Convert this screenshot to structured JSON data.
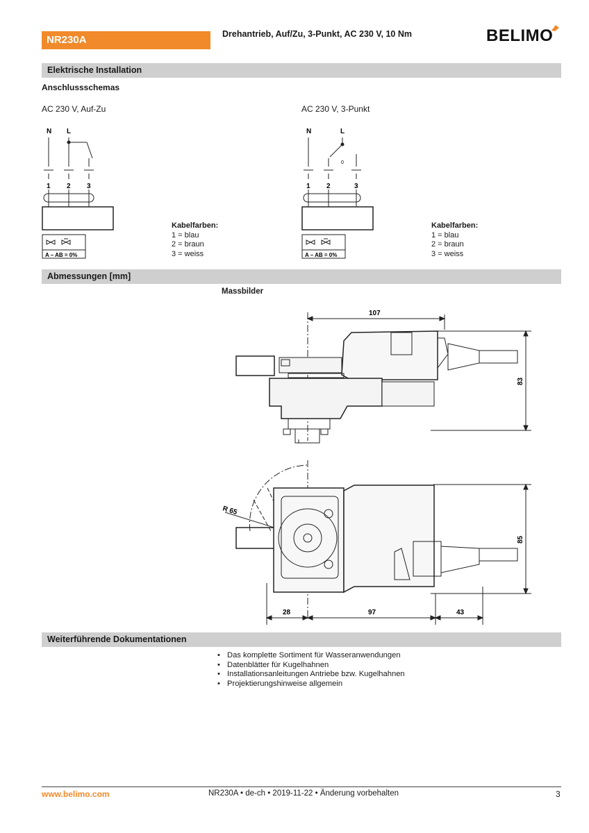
{
  "header": {
    "product": "NR230A",
    "title": "Drehantrieb, Auf/Zu, 3-Punkt, AC 230 V, 10 Nm",
    "logo": "BELIMO"
  },
  "sections": {
    "installation": "Elektrische Installation",
    "dimensions": "Abmessungen [mm]",
    "docs": "Weiterführende Dokumentationen"
  },
  "wiring": {
    "subtitle": "Anschlussschemas",
    "left": {
      "title": "AC 230 V, Auf-Zu",
      "label_n": "N",
      "label_l": "L",
      "terminals": [
        "1",
        "2",
        "3"
      ],
      "valve_caption": "A – AB = 0%"
    },
    "right": {
      "title": "AC 230 V, 3-Punkt",
      "label_n": "N",
      "label_l": "L",
      "terminals": [
        "1",
        "2",
        "3"
      ],
      "switch_zero": "0",
      "valve_caption": "A – AB = 0%"
    },
    "cable_colors": {
      "title": "Kabelfarben:",
      "items": [
        "1 = blau",
        "2 = braun",
        "3 = weiss"
      ]
    }
  },
  "drawing": {
    "title": "Massbilder",
    "dim_top_width": "107",
    "dim_top_height": "83",
    "dim_radius": "R 65",
    "dim_bottom_height": "85",
    "dim_bottom_left": "28",
    "dim_bottom_mid": "97",
    "dim_bottom_right": "43"
  },
  "docs": [
    "Das komplette Sortiment für Wasseranwendungen",
    "Datenblätter für Kugelhahnen",
    "Installationsanleitungen Antriebe bzw. Kugelhahnen",
    "Projektierungshinweise allgemein"
  ],
  "footer": {
    "url": "www.belimo.com",
    "meta": "NR230A • de-ch • 2019-11-22 • Änderung vorbehalten",
    "page": "3"
  },
  "colors": {
    "accent": "#f18a2b",
    "section_bg": "#cfcfcf"
  }
}
